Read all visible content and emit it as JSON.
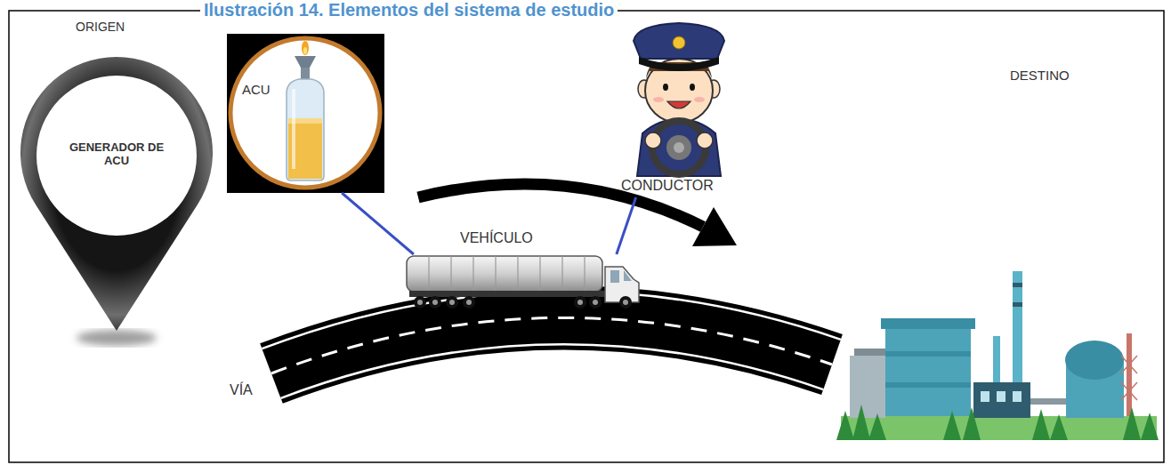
{
  "diagram": {
    "title": "Ilustración 14. Elementos del sistema de estudio",
    "nodes": [
      {
        "text": [
          "ORIGEN",
          "GENERADOR DE ACU"
        ]
      },
      {
        "text": [
          "ACU"
        ]
      },
      {
        "text": [
          "CONDUCTOR"
        ]
      },
      {
        "text": [
          "VEHÍCULO"
        ]
      },
      {
        "text": [
          "DESTINO"
        ]
      },
      {
        "text": [
          "VÍA"
        ]
      }
    ],
    "edges": [
      {
        "from": 1,
        "to": 3,
        "arrow": "none"
      },
      {
        "from": 2,
        "to": 3,
        "arrow": "none"
      }
    ]
  }
}
